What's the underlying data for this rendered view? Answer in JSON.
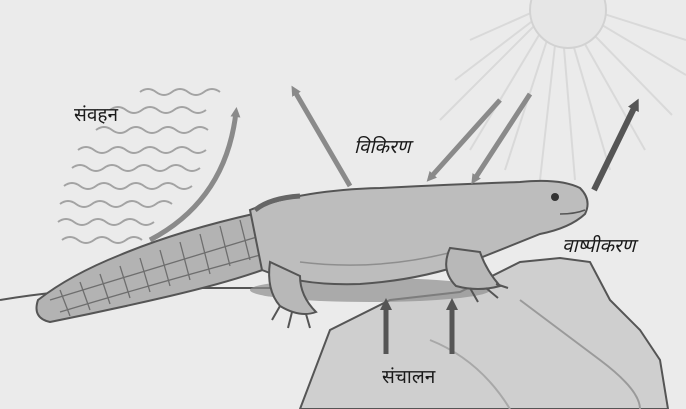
{
  "labels": {
    "convection": "संवहन",
    "radiation": "विकिरण",
    "evaporation": "वाष्पीकरण",
    "conduction": "संचालन"
  },
  "colors": {
    "background": "#ededed",
    "arrow": "#7d7d7d",
    "arrow_dark": "#555555",
    "lizard": "#b9b9b9",
    "rock": "#d0d0d0",
    "sun": "#e4e4e4"
  }
}
